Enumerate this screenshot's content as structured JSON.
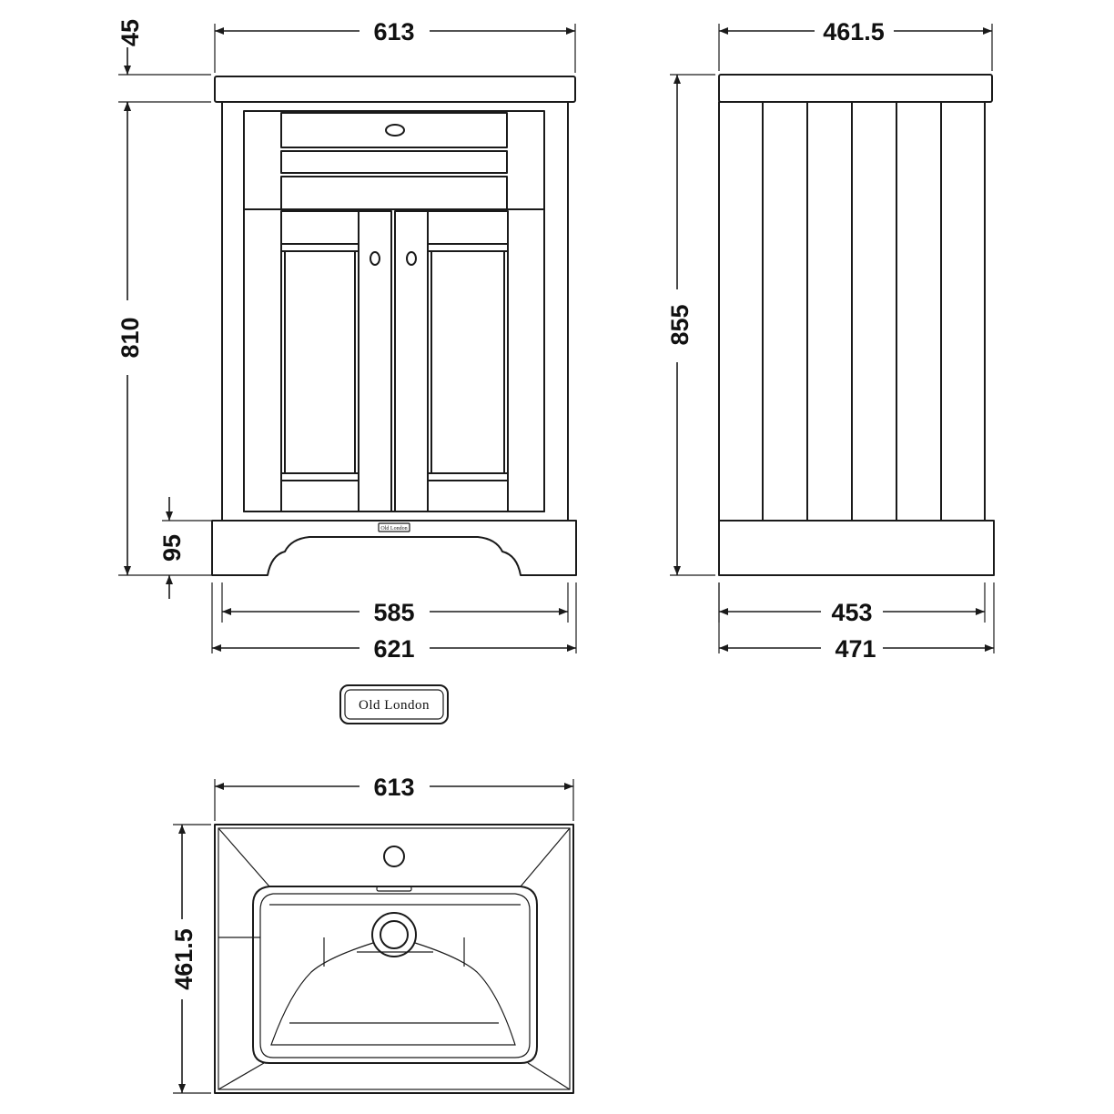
{
  "front_view": {
    "dims": {
      "overall_width": "613",
      "top_thickness": "45",
      "body_height": "810",
      "plinth_height": "95",
      "inner_width": "585",
      "base_width": "621"
    }
  },
  "side_view": {
    "dims": {
      "top_depth": "461.5",
      "overall_height": "855",
      "inner_depth": "453",
      "base_depth": "471"
    }
  },
  "plan_view": {
    "dims": {
      "width": "613",
      "depth": "461.5"
    }
  },
  "brand": {
    "logo_text": "Old London",
    "plaque_text": "Old London"
  }
}
